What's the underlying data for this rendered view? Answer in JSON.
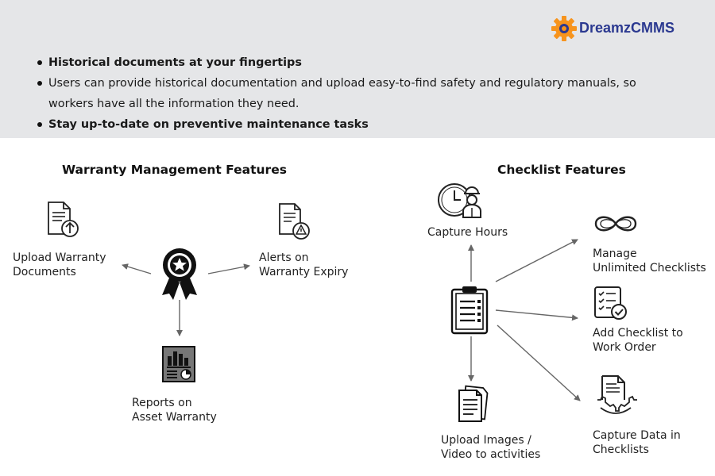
{
  "logo": {
    "text": "DreamzCMMS",
    "colors": {
      "gear": "#f7941d",
      "text": "#2b3990"
    }
  },
  "bullets": [
    {
      "text": "Historical documents at your fingertips",
      "bold": true
    },
    {
      "text": "Users can provide historical documentation and upload easy-to-find safety and regulatory manuals, so",
      "bold": false
    },
    {
      "text": "workers have all the information they need.",
      "bold": false,
      "continuation": true
    },
    {
      "text": "Stay up-to-date on preventive maintenance tasks",
      "bold": true
    }
  ],
  "warranty": {
    "heading": "Warranty Management Features",
    "upload": [
      "Upload Warranty",
      "Documents"
    ],
    "alerts": [
      "Alerts on",
      "Warranty Expiry"
    ],
    "reports": [
      "Reports on",
      "Asset Warranty"
    ]
  },
  "checklist": {
    "heading": "Checklist Features",
    "capture_hours": "Capture Hours",
    "manage": [
      "Manage",
      "Unlimited Checklists"
    ],
    "add": [
      "Add Checklist to",
      "Work Order"
    ],
    "capture_data": [
      "Capture Data in",
      "Checklists"
    ],
    "upload_images": [
      "Upload Images /",
      "Video to activities"
    ]
  },
  "icons": {
    "upload_doc": "document-upload-icon",
    "warning_doc": "document-warning-icon",
    "award": "award-ribbon-icon",
    "report": "report-chart-icon",
    "clock_worker": "clock-worker-icon",
    "infinity": "infinity-icon",
    "checklist_doc": "checklist-check-icon",
    "clipboard": "clipboard-checklist-icon",
    "doc_gear": "document-gear-icon",
    "papers": "stacked-papers-icon"
  }
}
